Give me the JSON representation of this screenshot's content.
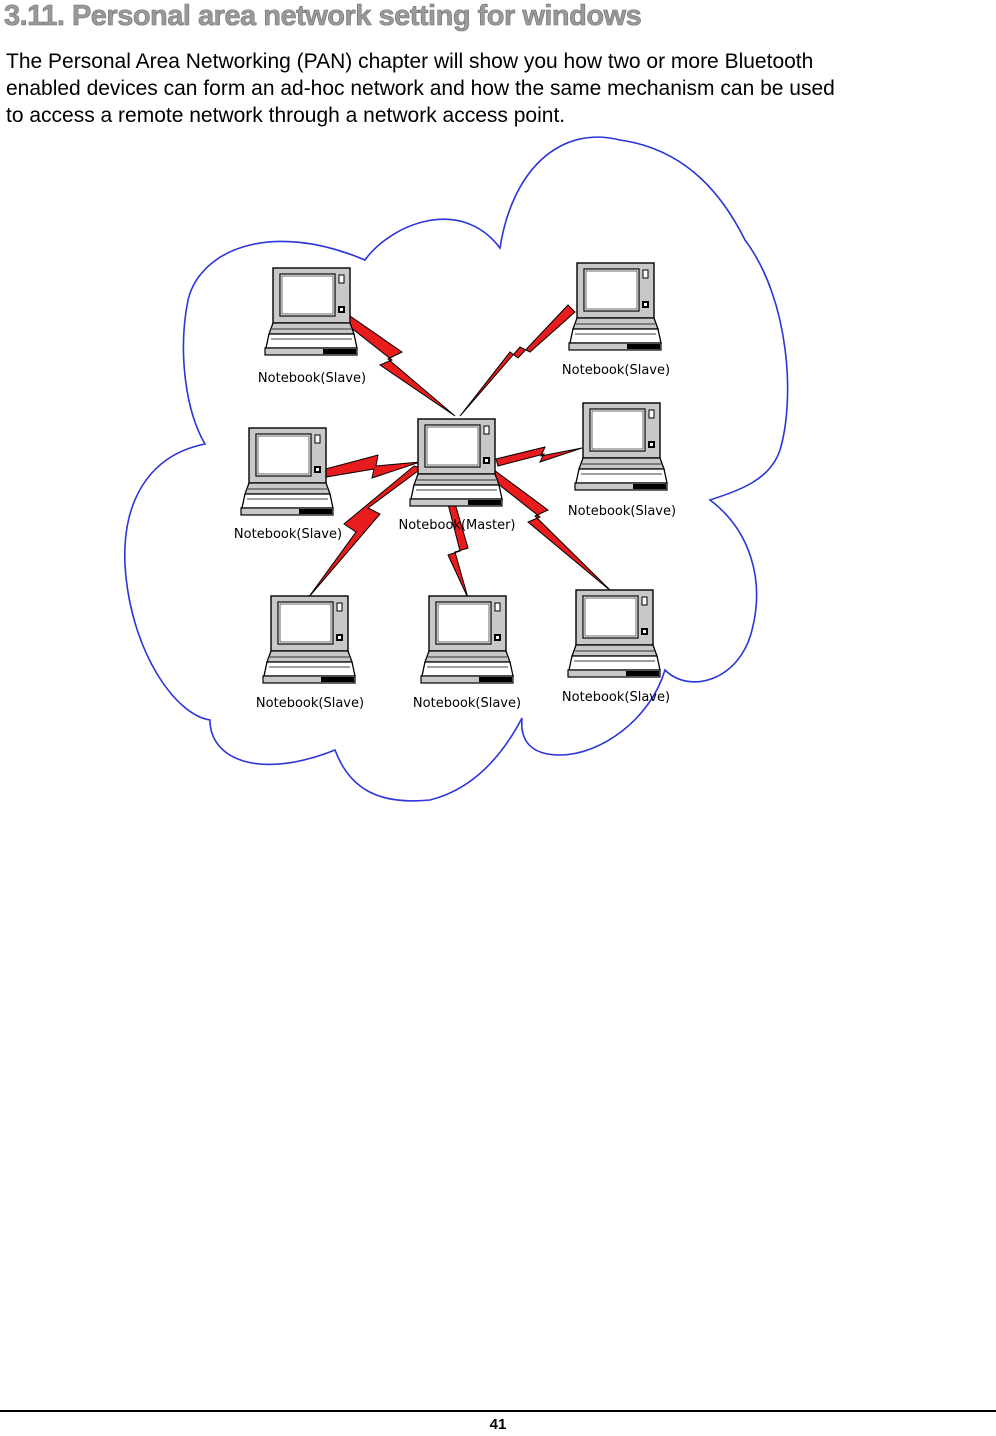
{
  "section": {
    "heading": "3.11. Personal area network setting for windows",
    "intro_lines": [
      "The Personal Area Networking (PAN) chapter will show you how two or more Bluetooth",
      "enabled devices can form an ad-hoc network and how the same mechanism can be used",
      "to access a remote network through a network access point."
    ]
  },
  "diagram": {
    "icon": "notebook-computer-icon",
    "master": {
      "label": "Notebook(Master)"
    },
    "slaves": [
      {
        "label": "Notebook(Slave)"
      },
      {
        "label": "Notebook(Slave)"
      },
      {
        "label": "Notebook(Slave)"
      },
      {
        "label": "Notebook(Slave)"
      },
      {
        "label": "Notebook(Slave)"
      },
      {
        "label": "Notebook(Slave)"
      },
      {
        "label": "Notebook(Slave)"
      }
    ],
    "colors": {
      "cloud_outline": "#2b35d8",
      "link_fill": "#e81c1c",
      "screen_fill": "#c8c8c8"
    }
  },
  "footer": {
    "page_number": "41"
  }
}
